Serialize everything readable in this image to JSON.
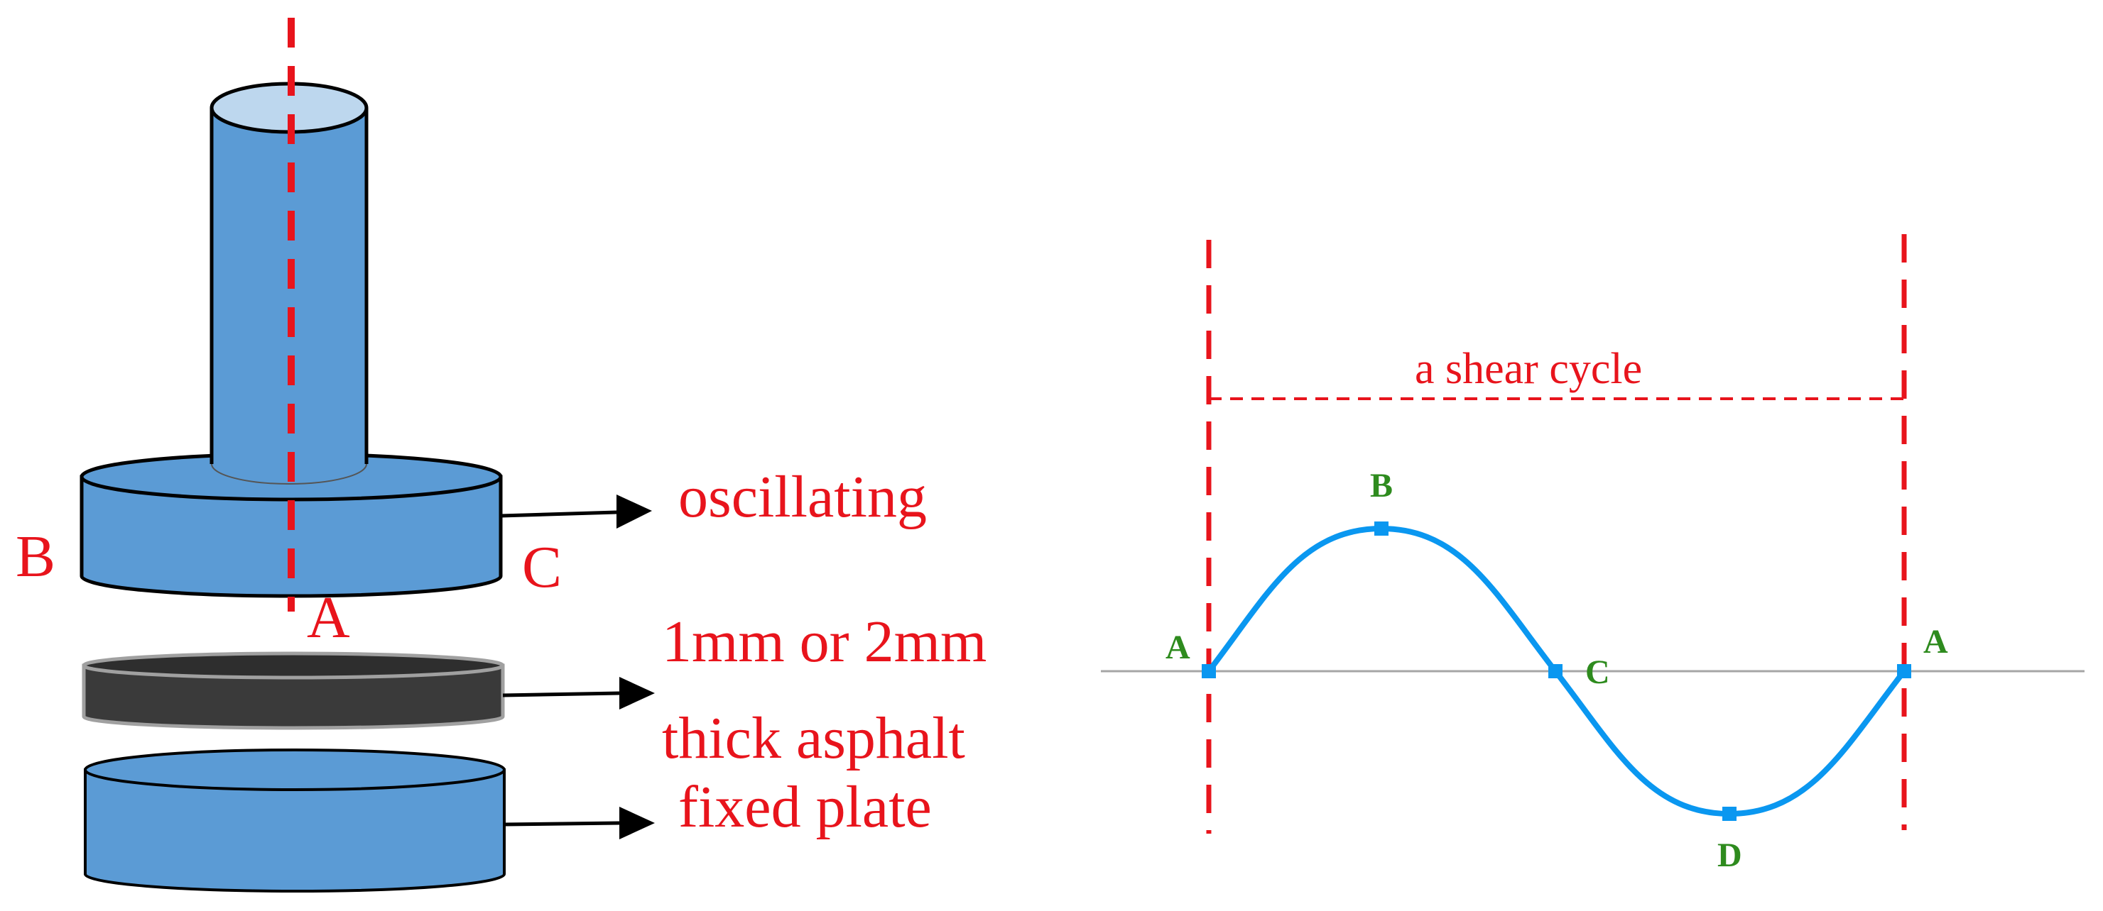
{
  "colors": {
    "red": "#e8141c",
    "blue_body": "#5b9bd5",
    "blue_top": "#bdd7ee",
    "dark_sample": "#3a3a3a",
    "wave_blue": "#0a97f0",
    "green": "#2e8b1e",
    "axis_grey": "#a6a6a6"
  },
  "apparatus": {
    "label_b": "B",
    "label_c": "C",
    "label_a": "A",
    "label_oscillating": "oscillating",
    "label_sample_line1": "1mm or 2mm",
    "label_sample_line2": "thick asphalt",
    "label_fixed": "fixed plate"
  },
  "waveform": {
    "cycle_label": "a shear cycle",
    "point_a_left": "A",
    "point_b": "B",
    "point_c": "C",
    "point_d": "D",
    "point_a_right": "A"
  }
}
